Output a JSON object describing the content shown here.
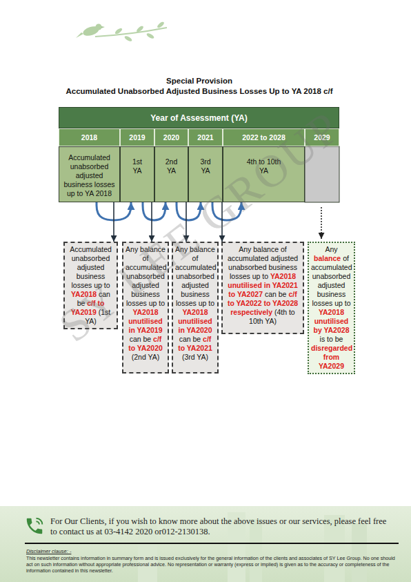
{
  "diagram": {
    "title": "Special Provision",
    "nodes": [
      {
        "text": [
          "Accumulated unabsorbed adjusted business losses up to YA 2018"
        ]
      },
      {
        "text": [
          "1st YA"
        ]
      },
      {
        "text": [
          "2nd YA"
        ]
      },
      {
        "text": [
          "3rd YA"
        ]
      },
      {
        "text": [
          "4th to 10th YA"
        ]
      },
      {
        "text": [
          "Accumulated unabsorbed adjusted business losses up to YA2018 can be c/f to YA2019 (1st YA)"
        ]
      },
      {
        "text": [
          "Any balance of accumulated unabsorbed adjusted business losses up to YA2018 unutilised in YA2019 can be c/f to YA2020 (2nd YA)"
        ]
      },
      {
        "text": [
          "Any balance of accumulated unabsorbed adjusted business losses up to YA2018 unutilised in YA2020 can be c/f to YA2021 (3rd YA)"
        ]
      },
      {
        "text": [
          "Any balance of accumulated adjusted unabsorbed business losses up to YA2018 unutilised in YA2021 to YA2027 can be c/f to YA2022 to YA2028 respectively (4th to 10th YA)"
        ]
      },
      {
        "text": [
          "Any balance of accumulated unabsorbed adjusted business losses up to YA2018 unutilised by YA2028 is to be disregarded from YA2029"
        ]
      }
    ],
    "edges": [
      {
        "from": 0,
        "to": 1,
        "arrow": "to"
      },
      {
        "from": 1,
        "to": 2,
        "arrow": "to"
      },
      {
        "from": 2,
        "to": 3,
        "arrow": "to"
      },
      {
        "from": 3,
        "to": 4,
        "arrow": "to"
      },
      {
        "from": 0,
        "to": 5,
        "arrow": "to"
      },
      {
        "from": 1,
        "to": 6,
        "arrow": "to"
      },
      {
        "from": 2,
        "to": 7,
        "arrow": "to"
      },
      {
        "from": 3,
        "to": 8,
        "arrow": "to"
      }
    ],
    "labels": [
      "Accumulated Unabsorbed Adjusted Business Losses Up to YA 2018 c/f",
      "Year of Assessment (YA)",
      "2018",
      "2019",
      "2020",
      "2021",
      "2022 to 2028",
      "2029",
      "SY LEE GROUP",
      "For Our Clients, if you wish to know more about the above issues or our services, please feel free to contact us at 03-4142 2020 or012-2130138.",
      "Disclaimer clause: -",
      "This newsletter contains information in summary form and is issued exclusively for the general information of the clients and associates of SY Lee Group. No one should act on such information without appropriate professional advice. No representation or warranty (express or implied) is given as to the accuracy or completeness of the information contained in this newsletter."
    ]
  }
}
